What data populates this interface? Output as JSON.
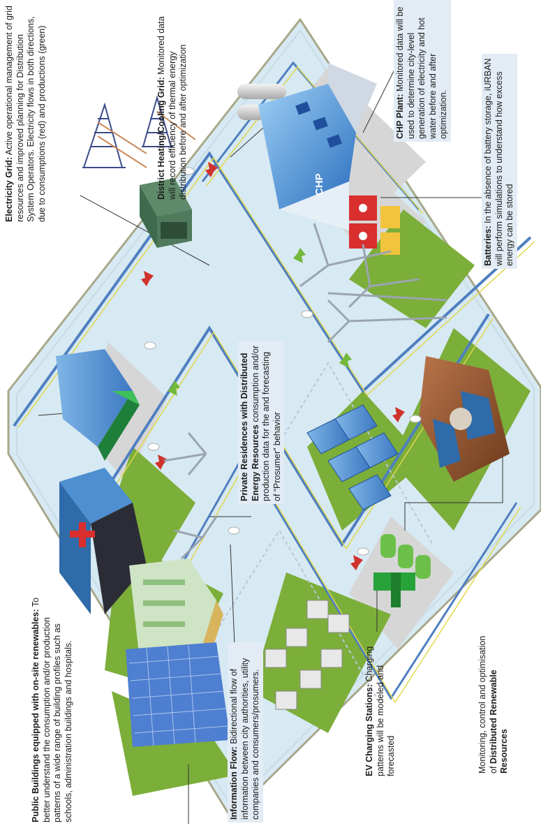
{
  "colors": {
    "background": "#ffffff",
    "platform": "#d7e9f2",
    "platform_border": "#a8a88a",
    "zone_green": "#7cae3a",
    "zone_grey": "#d6d6d6",
    "network_line": "#4f7fc0",
    "power_line": "#e0d84a",
    "flow_consumption": "#d0332e",
    "flow_production": "#73b93c",
    "caption_box": "#e3ecf5"
  },
  "captions": {
    "public_buildings": {
      "title": "Public Buildings equipped with on-site renewables:",
      "text": "To better understand the consumption and/or production patterns of a wide range of building profiles such as schools, administration buildings and hospitals."
    },
    "electricity_grid": {
      "title": "Electricity Grid:",
      "text": "Active operational management of grid resources and improved planning for Distribution System Operators. Electricity flows in both directions, due to consumptions (red) and productions (green)"
    },
    "district_heating": {
      "title": "District Heating/Cooling Grid:",
      "text": "Monitored data will record efficiency of thermal energy distribution before and after optimization"
    },
    "chp_plant": {
      "title": "CHP Plant:",
      "text": "Monitored data will be used to determine city-level generation of electricity and hot water before and after optimization."
    },
    "batteries": {
      "title": "Batteries:",
      "text": "In the absence of battery storage, iURBAN will perform simulations to understand how excess energy can be stored"
    },
    "private_residences": {
      "title": "Private Residences with Distributed Energy Resources",
      "text": "consumption and/or production data for the and forecasting of “Prosumer” behavior"
    },
    "information_flow": {
      "title": "Information Flow:",
      "text": "Bidirectional flow of information between city authorities, utility companies and consumers/prosumers."
    },
    "ev_charging": {
      "title": "EV Charging Stations:",
      "text": "Charging patterns will be modeled and forecasted"
    },
    "monitoring": {
      "text": "Monitoring, control and optimisation of",
      "bold": "Distributed Renewable Resources"
    }
  },
  "labels": {
    "chp": "CHP"
  },
  "icons": {
    "pylons": "power-pylon-icon",
    "transformer": "transformer-icon",
    "factory": "chp-factory-icon",
    "battery": "battery-icon",
    "wind": "wind-turbine-icon",
    "hospital": "hospital-icon",
    "office": "office-building-icon",
    "apartment": "apartment-building-icon",
    "solar": "solar-panel-icon",
    "ev": "electric-car-icon",
    "charger": "charging-station-icon",
    "house": "house-icon",
    "historic": "historic-building-icon",
    "meter": "smart-meter-icon"
  }
}
